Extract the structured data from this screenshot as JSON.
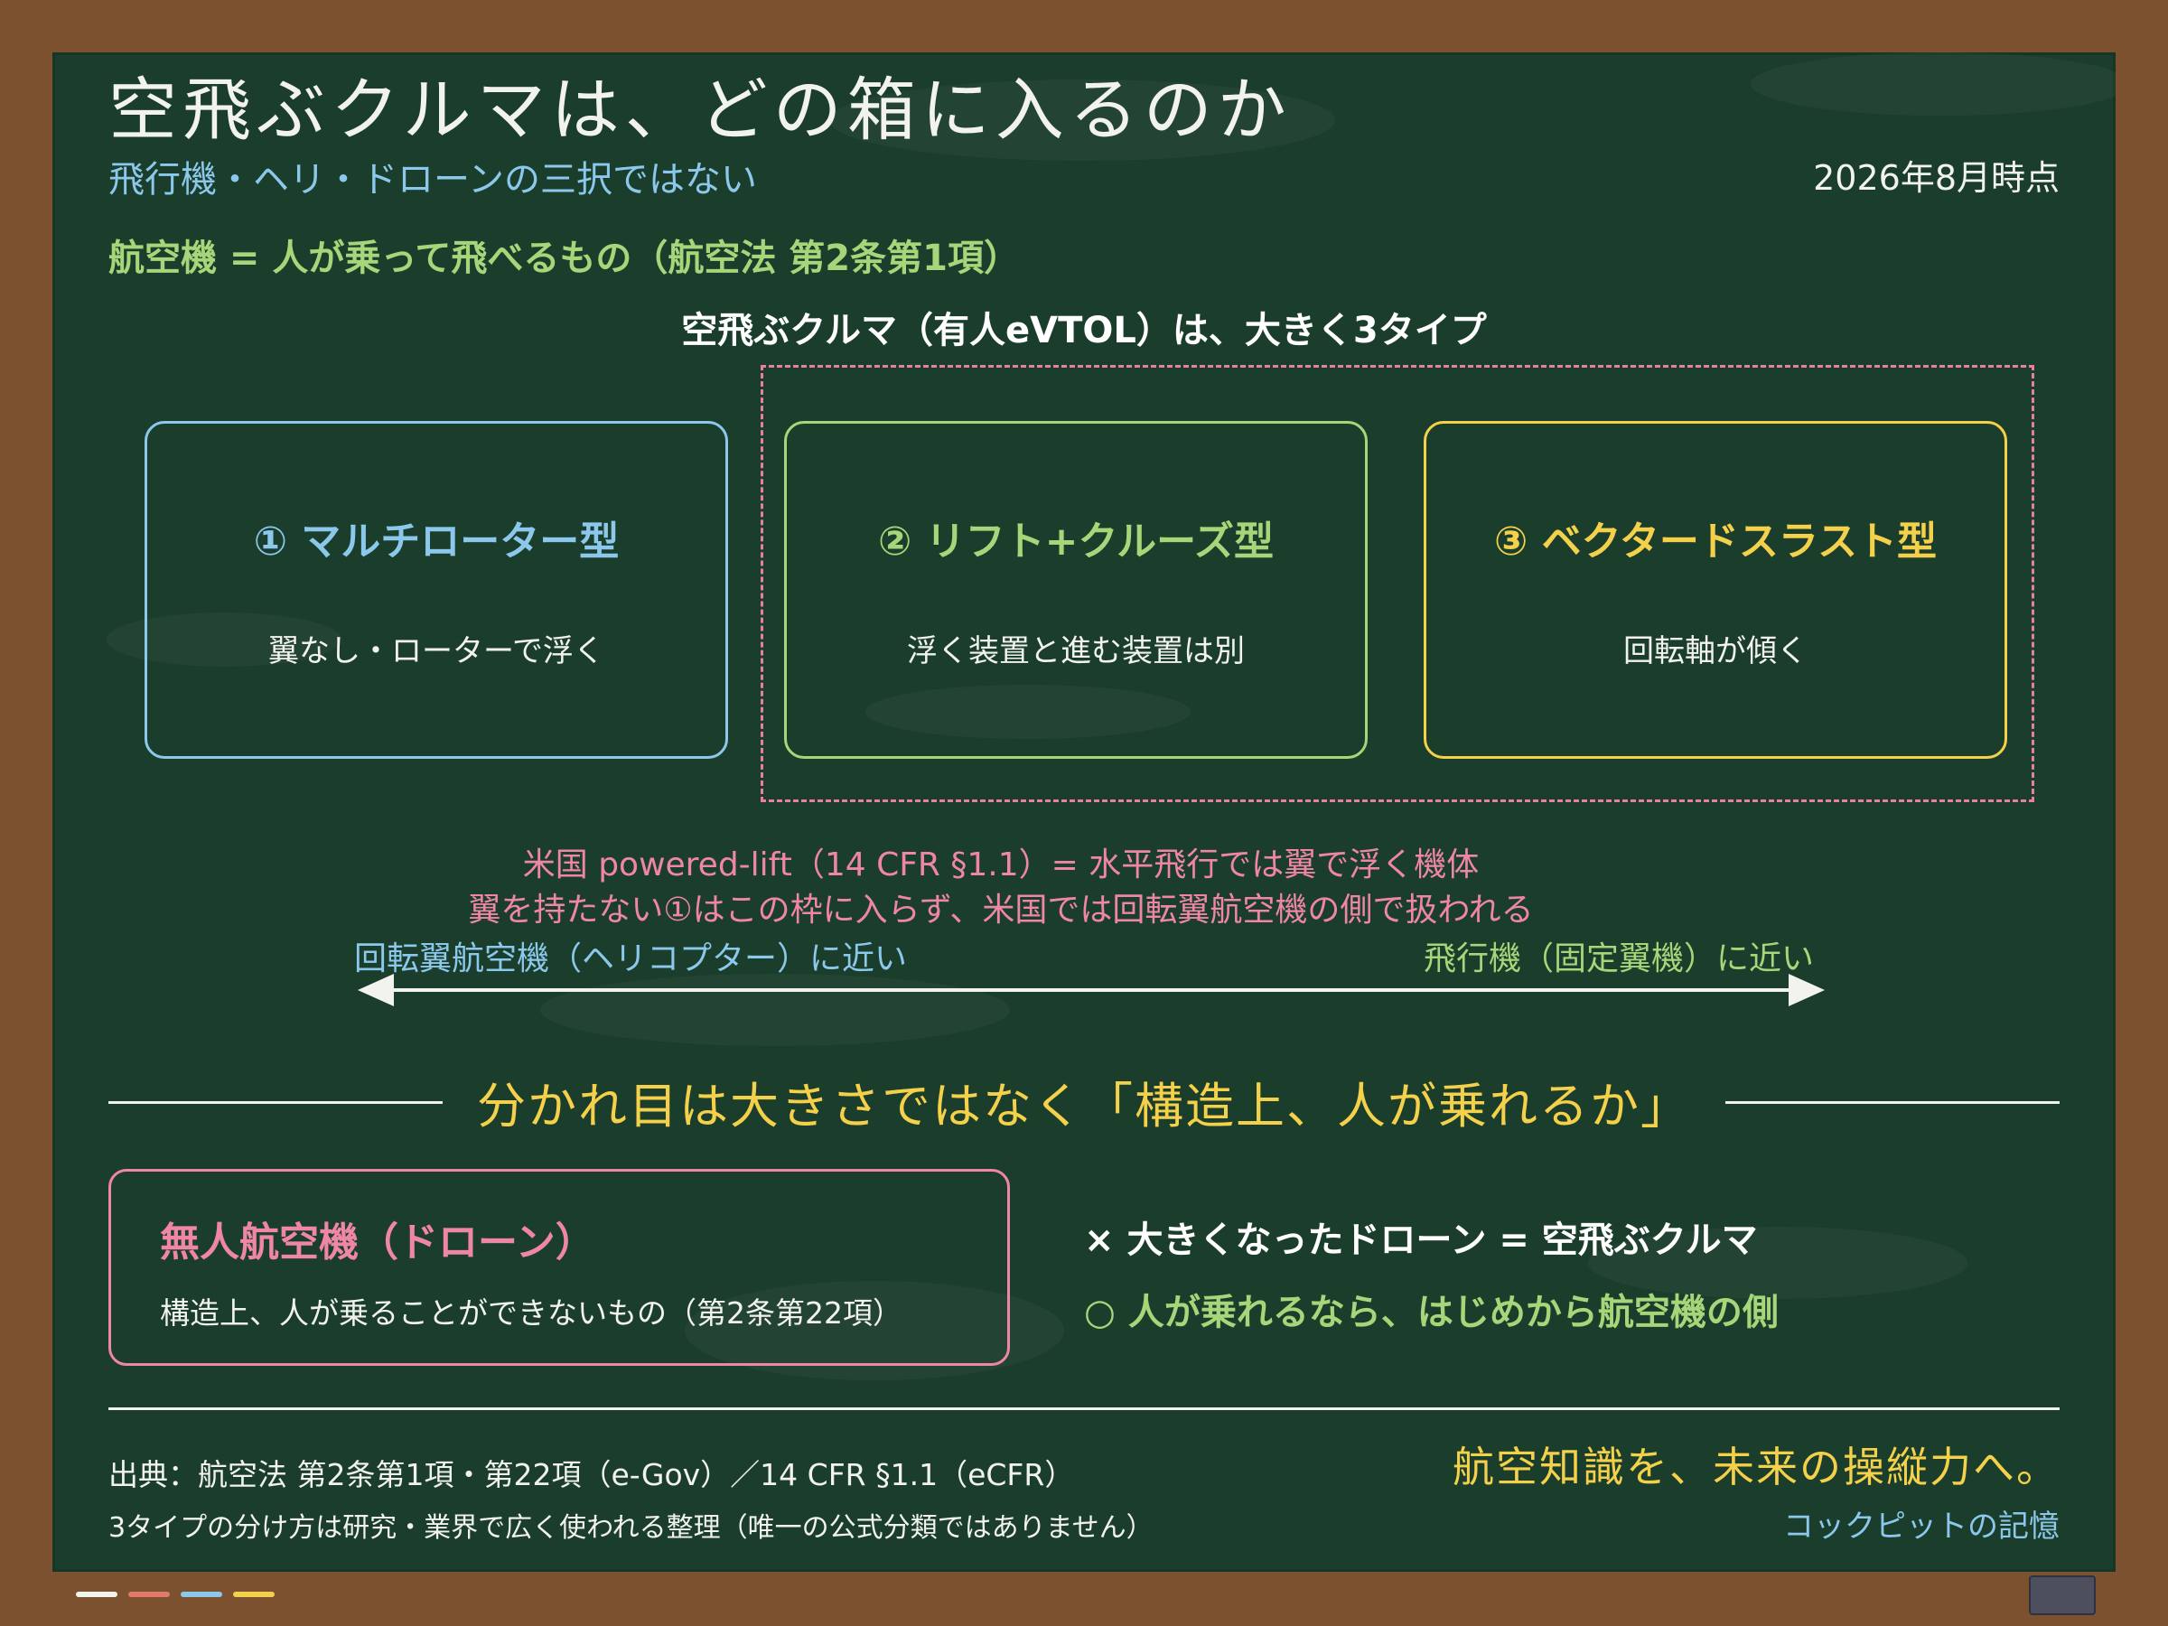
{
  "header": {
    "title": "空飛ぶクルマは、どの箱に入るのか",
    "subtitle": "飛行機・ヘリ・ドローンの三択ではない",
    "date": "2026年8月時点"
  },
  "definition": "航空機 = 人が乗って飛べるもの（航空法 第2条第1項）",
  "types_heading": "空飛ぶクルマ（有人eVTOL）は、大きく3タイプ",
  "cards": [
    {
      "title": "① マルチローター型",
      "desc": "翼なし・ローターで浮く",
      "color": "#8cc8ec"
    },
    {
      "title": "② リフト+クルーズ型",
      "desc": "浮く装置と進む装置は別",
      "color": "#a6d67a"
    },
    {
      "title": "③ ベクタードスラスト型",
      "desc": "回転軸が傾く",
      "color": "#f5d04a"
    }
  ],
  "powered_lift_note": {
    "line1": "米国 powered-lift（14 CFR §1.1）= 水平飛行では翼で浮く機体",
    "line2": "翼を持たない①はこの枠に入らず、米国では回転翼航空機の側で扱われる"
  },
  "spectrum": {
    "left_label": "回転翼航空機（ヘリコプター）に近い",
    "right_label": "飛行機（固定翼機）に近い"
  },
  "key_point": "分かれ目は大きさではなく「構造上、人が乗れるか」",
  "drone_box": {
    "title": "無人航空機（ドローン）",
    "desc": "構造上、人が乗ることができないもの（第2条第22項）"
  },
  "comparison": {
    "wrong": "× 大きくなったドローン = 空飛ぶクルマ",
    "right": "○ 人が乗れるなら、はじめから航空機の側"
  },
  "footer": {
    "source1": "出典：航空法 第2条第1項・第22項（e-Gov）／14 CFR §1.1（eCFR）",
    "source2": "3タイプの分け方は研究・業界で広く使われる整理（唯一の公式分類ではありません）",
    "slogan": "航空知識を、未来の操縦力へ。",
    "brand": "コックピットの記憶"
  },
  "colors": {
    "board": "#1b3e2c",
    "frame": "#7b5130",
    "blue": "#8cc8ec",
    "green": "#a6d67a",
    "yellow": "#f5d04a",
    "pink": "#ef86a6"
  }
}
